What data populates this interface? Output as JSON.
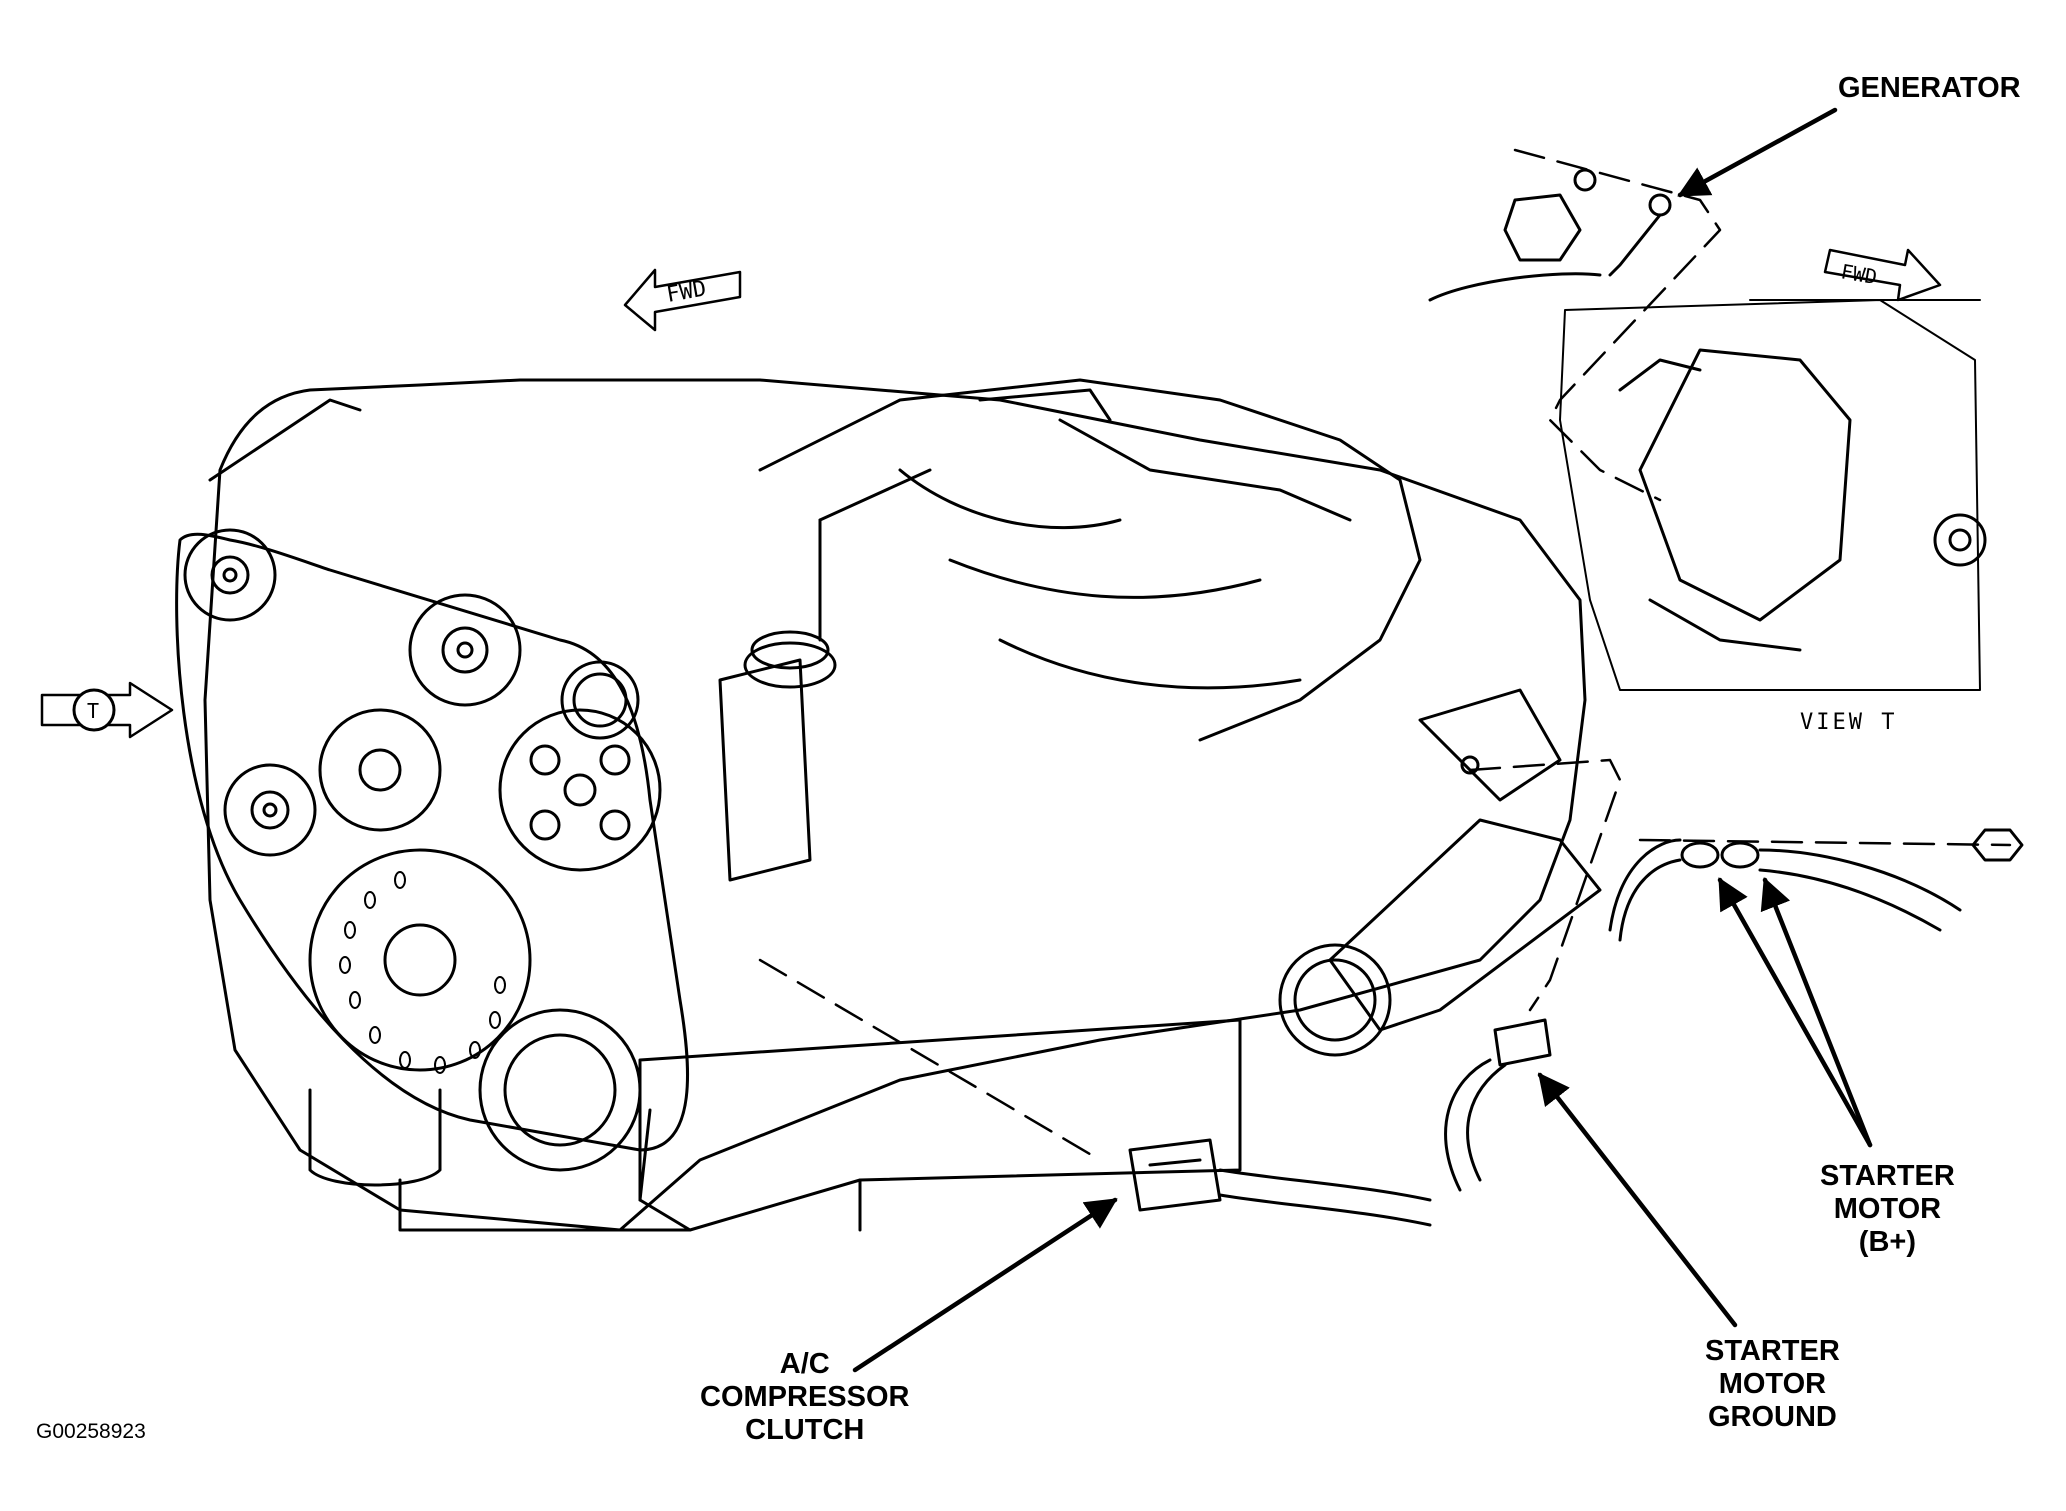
{
  "labels": {
    "generator": "GENERATOR",
    "starter_motor_b_plus": [
      "STARTER",
      "MOTOR",
      "(B+)"
    ],
    "starter_motor_ground": [
      "STARTER",
      "MOTOR",
      "GROUND"
    ],
    "ac_compressor_clutch": [
      "A/C",
      "COMPRESSOR",
      "CLUTCH"
    ],
    "view_t": "VIEW T",
    "view_marker": "T",
    "fwd": "FWD"
  },
  "figure_id": "G00258923",
  "icons": [
    "forward-arrow-icon",
    "view-arrow-icon",
    "leader-arrow-icon"
  ],
  "colors": {
    "ink": "#000000",
    "paper": "#ffffff"
  }
}
